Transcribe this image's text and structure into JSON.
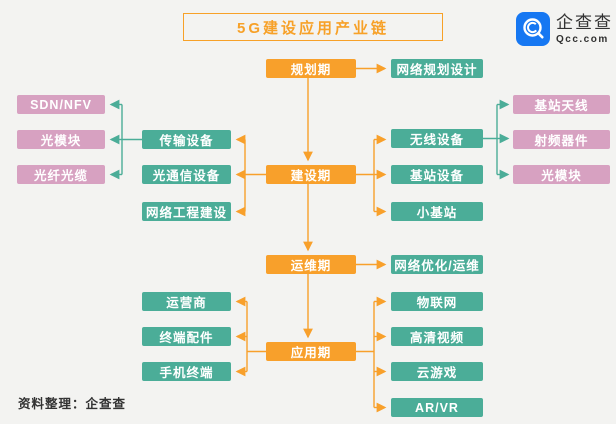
{
  "title": "5G建设应用产业链",
  "logo": {
    "name": "企查查",
    "domain": "Qcc.com"
  },
  "footer": "资料整理：企查查",
  "colors": {
    "stage_orange": "#F8A02B",
    "node_teal": "#4BAD98",
    "supplier_pink": "#D7A1C1",
    "title_orange": "#F7A128",
    "logo_blue": "#1677F2",
    "background": "#F3F3F1"
  },
  "stages": [
    "规划期",
    "建设期",
    "运维期",
    "应用期"
  ],
  "planning_outputs": [
    "网络规划设计"
  ],
  "construction_left": [
    "传输设备",
    "光通信设备",
    "网络工程建设"
  ],
  "transmission_suppliers": [
    "SDN/NFV",
    "光模块",
    "光纤光缆"
  ],
  "construction_right": [
    "无线设备",
    "基站设备",
    "小基站"
  ],
  "wireless_suppliers": [
    "基站天线",
    "射频器件",
    "光模块"
  ],
  "operation_outputs": [
    "网络优化/运维"
  ],
  "application_left": [
    "运营商",
    "终端配件",
    "手机终端"
  ],
  "application_right": [
    "物联网",
    "高清视频",
    "云游戏",
    "AR/VR"
  ]
}
